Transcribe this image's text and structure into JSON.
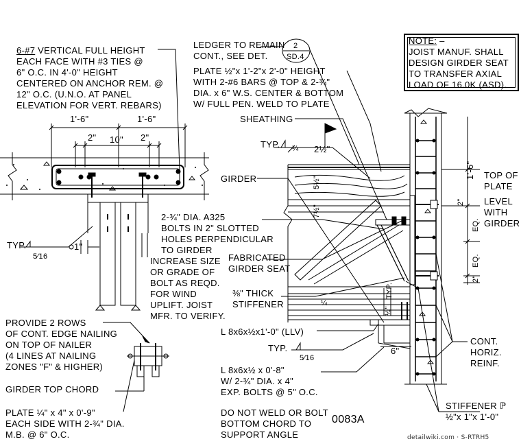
{
  "left_note": {
    "title": "6-#7",
    "rest_line1": " VERTICAL FULL HEIGHT",
    "lines": [
      "EACH FACE WITH #3 TIES @",
      "6\" O.C. IN 4'-0\" HEIGHT",
      "CENTERED ON ANCHOR REM. @",
      "12\" O.C. (U.N.O. AT PANEL",
      "ELEVATION FOR VERT. REBARS)"
    ]
  },
  "dims_top": {
    "left": "1'-6\"",
    "right": "1'-6\"",
    "a": "2\"",
    "b": "10\"",
    "c": "2\""
  },
  "typ_weld_left": {
    "typ": "TYP.",
    "size": "5⁄16",
    "dim": "1\""
  },
  "ledger": {
    "line1": "LEDGER TO REMAIN",
    "line2": "CONT., SEE DET.",
    "det_num": "2",
    "det_sheet": "SD.4"
  },
  "plate_note": {
    "lines": [
      "PLATE ½\"x 1'-2\"x 2'-0\" HEIGHT",
      "WITH 2-#6 BARS @ TOP & 2-¾\"",
      "DIA. x 6\" W.S. CENTER & BOTTOM",
      "W/ FULL PEN. WELD TO PLATE"
    ]
  },
  "note_box": {
    "title": "NOTE:",
    "dash": " –",
    "lines": [
      "JOIST MANUF. SHALL",
      "DESIGN GIRDER SEAT",
      "TO TRANSFER AXIAL",
      "LOAD OF 16.0K (ASD)."
    ]
  },
  "sheathing": "SHEATHING",
  "typ_weld_top": {
    "typ": "TYP.",
    "size": "¼",
    "len": "2½\""
  },
  "girder": "GIRDER",
  "dims_girder": {
    "d1": "5½\"",
    "d2": "7½\""
  },
  "dims_right": {
    "top": "1'-6\"",
    "two_a": "2\"",
    "eq_a": "EQ.",
    "eq_b": "EQ.",
    "two_b": "2\""
  },
  "top_of_plate": [
    "TOP OF",
    "PLATE"
  ],
  "level_with": [
    "LEVEL",
    "WITH",
    "GIRDER"
  ],
  "bolts_note": {
    "lines": [
      "2-¾\" DIA. A325",
      "BOLTS IN 2\" SLOTTED",
      "HOLES PERPENDICULAR",
      "TO GIRDER",
      "INCREASE SIZE",
      "OR GRADE OF",
      "BOLT AS REQD.",
      "FOR WIND",
      "UPLIFT. JOIST",
      "MFR. TO VERIFY."
    ]
  },
  "fab_seat": [
    "FABRICATED",
    "GIRDER SEAT"
  ],
  "stiffener_note": [
    "⅜\" THICK",
    "STIFFENER"
  ],
  "weld_quarter": "¼",
  "typ_small": "TYP.",
  "dim_half": "½\"",
  "angle_llv": "L 8x6x½x1'-0\" (LLV)",
  "typ_weld_mid": {
    "typ": "TYP.",
    "size": "5⁄16"
  },
  "dim_six": "6\"",
  "angle_bolts": [
    "L 8x6x½ x 0'-8\"",
    "W/ 2-¾\" DIA. x 4\"",
    "EXP. BOLTS @ 5\" O.C."
  ],
  "cont_horiz": [
    "CONT.",
    "HORIZ.",
    "REINF."
  ],
  "nailing": [
    "PROVIDE 2 ROWS",
    "OF CONT. EDGE NAILING",
    "ON TOP OF NAILER",
    "(4 LINES AT NAILING",
    "ZONES \"F\" & HIGHER)"
  ],
  "girder_chord": "GIRDER TOP CHORD",
  "plate_bottom": [
    "PLATE ¼\" x 4\" x 0'-9\"",
    "EACH SIDE WITH 2-¾\" DIA.",
    "M.B. @ 6\" O.C."
  ],
  "do_not_weld": [
    "DO NOT WELD OR BOLT",
    "BOTTOM CHORD TO",
    "SUPPORT ANGLE"
  ],
  "stiffener_pl": [
    "STIFFENER ℙ",
    "½\"x 1\"x 1'-0\""
  ],
  "detail_id": "0083A",
  "watermark": "detailwiki.com · S-RTRH5"
}
